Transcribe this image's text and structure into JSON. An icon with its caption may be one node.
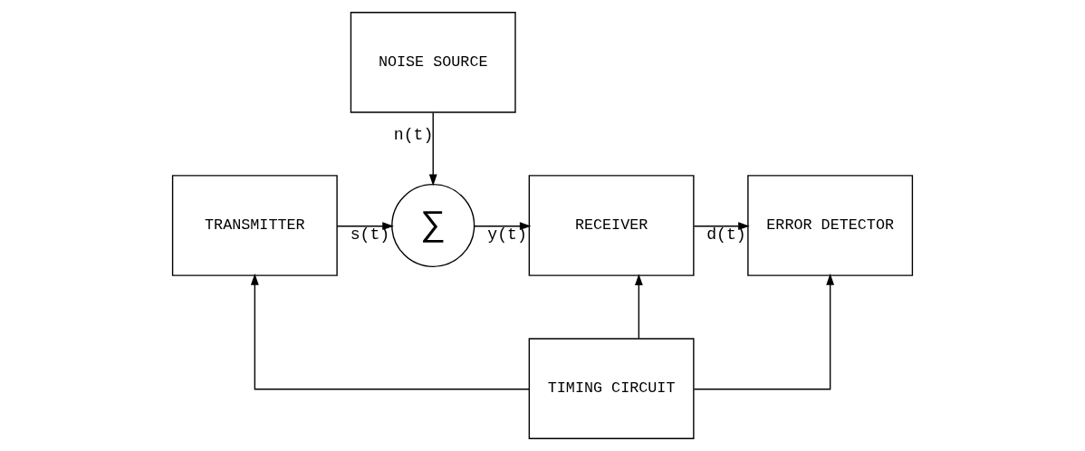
{
  "diagram": {
    "nodes": [
      {
        "text": [
          "NOISE SOURCE"
        ]
      },
      {
        "text": [
          "TRANSMITTER"
        ]
      },
      {
        "text": [
          "∑"
        ]
      },
      {
        "text": [
          "RECEIVER"
        ]
      },
      {
        "text": [
          "ERROR DETECTOR"
        ]
      },
      {
        "text": [
          "TIMING CIRCUIT"
        ]
      }
    ],
    "edges": [
      {
        "from": 0,
        "to": 2,
        "arrow": "to",
        "label": "n(t)"
      },
      {
        "from": 1,
        "to": 2,
        "arrow": "to",
        "label": "s(t)"
      },
      {
        "from": 2,
        "to": 3,
        "arrow": "to",
        "label": "y(t)"
      },
      {
        "from": 3,
        "to": 4,
        "arrow": "to",
        "label": "d(t)"
      },
      {
        "from": 5,
        "to": 1,
        "arrow": "to"
      },
      {
        "from": 5,
        "to": 3,
        "arrow": "to"
      },
      {
        "from": 5,
        "to": 4,
        "arrow": "to"
      }
    ]
  }
}
